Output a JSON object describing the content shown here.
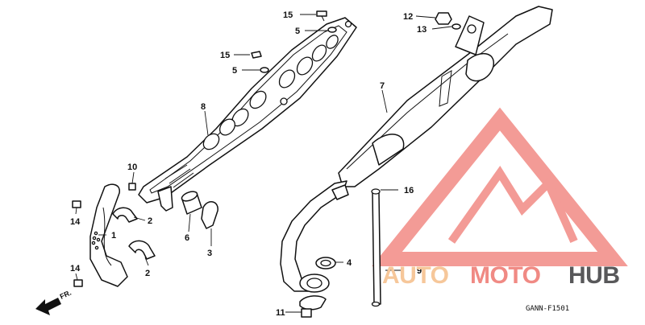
{
  "diagram": {
    "code": "GANN-F1501",
    "direction_label": "FR.",
    "callouts": [
      "1",
      "2",
      "2",
      "3",
      "4",
      "5",
      "5",
      "6",
      "7",
      "8",
      "9",
      "10",
      "11",
      "12",
      "13",
      "14",
      "14",
      "15",
      "15",
      "16"
    ]
  },
  "watermark": {
    "parts": [
      "AUTO",
      "MOTO",
      "HUB"
    ],
    "colors": {
      "auto": "#f6c79a",
      "moto": "#f08a84",
      "hub": "#58585a",
      "triangle": "#f28a84"
    }
  }
}
